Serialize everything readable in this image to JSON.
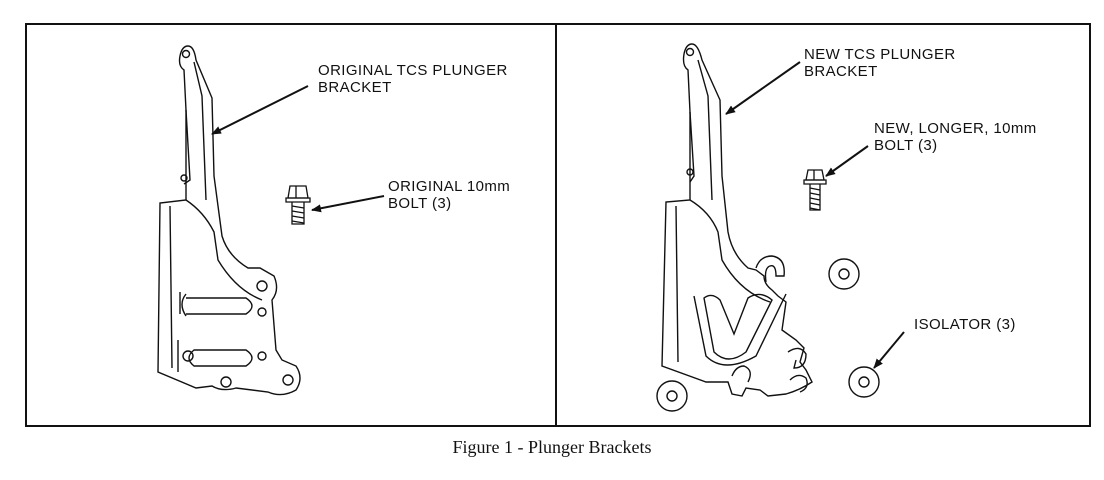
{
  "left_panel": {
    "bracket_label": [
      "ORIGINAL TCS PLUNGER",
      "BRACKET"
    ],
    "bolt_label": [
      "ORIGINAL 10mm",
      "BOLT (3)"
    ]
  },
  "right_panel": {
    "bracket_label": [
      "NEW TCS PLUNGER",
      "BRACKET"
    ],
    "bolt_label": [
      "NEW, LONGER, 10mm",
      "BOLT (3)"
    ],
    "isolator_label": "ISOLATOR (3)"
  },
  "caption": "Figure 1 - Plunger Brackets"
}
